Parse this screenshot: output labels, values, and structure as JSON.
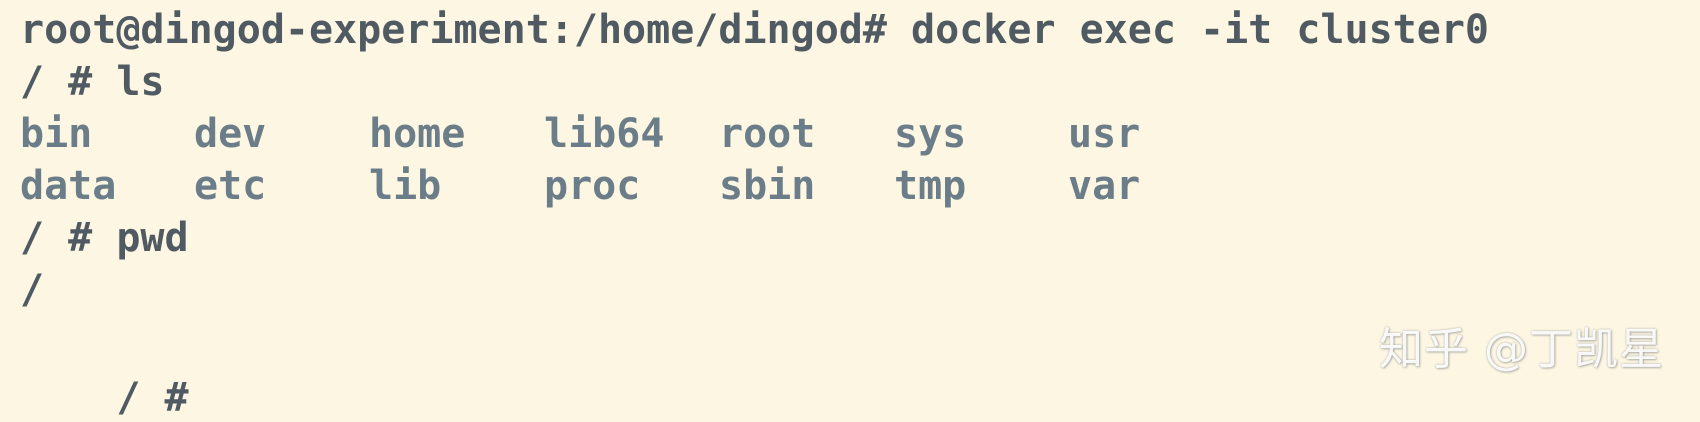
{
  "terminal": {
    "lines": [
      "root@dingod-experiment:/home/dingod# docker exec -it cluster0",
      "/ # ls",
      "/ # pwd",
      "/",
      "/ # "
    ],
    "ls_output": [
      [
        "bin",
        "dev",
        "home",
        "lib64",
        "root",
        "sys",
        "usr"
      ],
      [
        "data",
        "etc",
        "lib",
        "proc",
        "sbin",
        "tmp",
        "var"
      ]
    ]
  },
  "watermark": {
    "text": "知乎 @丁凯星"
  },
  "colors": {
    "background": "#fcf6e3",
    "prompt_text": "#4f5a63",
    "listing_text": "#6b7d88"
  }
}
